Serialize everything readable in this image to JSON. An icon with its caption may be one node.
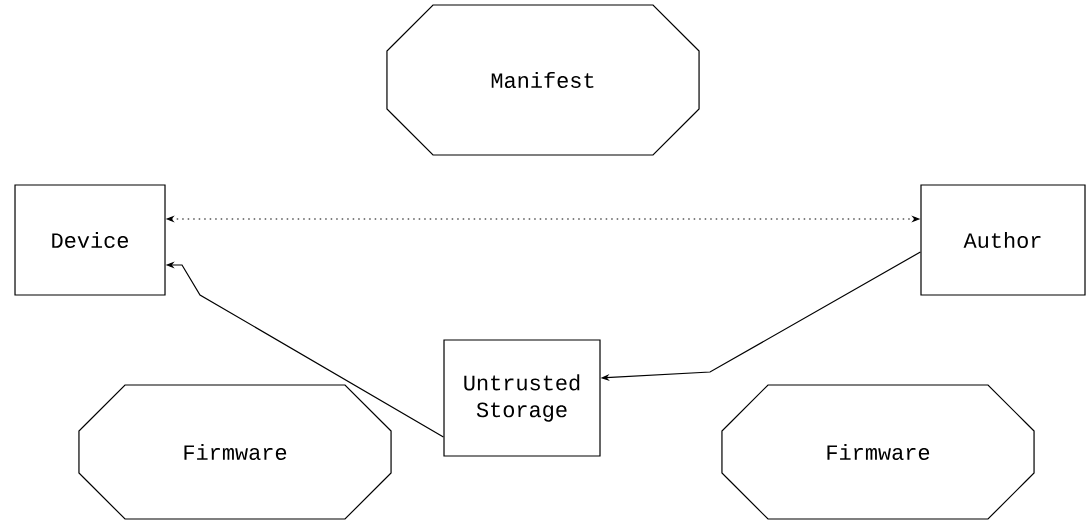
{
  "diagram": {
    "nodes": [
      {
        "text": [
          "Manifest"
        ]
      },
      {
        "text": [
          "Device"
        ]
      },
      {
        "text": [
          "Author"
        ]
      },
      {
        "text": [
          "Untrusted Storage"
        ]
      },
      {
        "text": [
          "Firmware"
        ]
      },
      {
        "text": [
          "Firmware"
        ]
      }
    ],
    "edges": [
      {
        "from": 1,
        "to": 2,
        "arrow": "both",
        "style": "dashed"
      },
      {
        "from": 3,
        "to": 1,
        "arrow": "to"
      },
      {
        "from": 2,
        "to": 3,
        "arrow": "to"
      }
    ]
  }
}
